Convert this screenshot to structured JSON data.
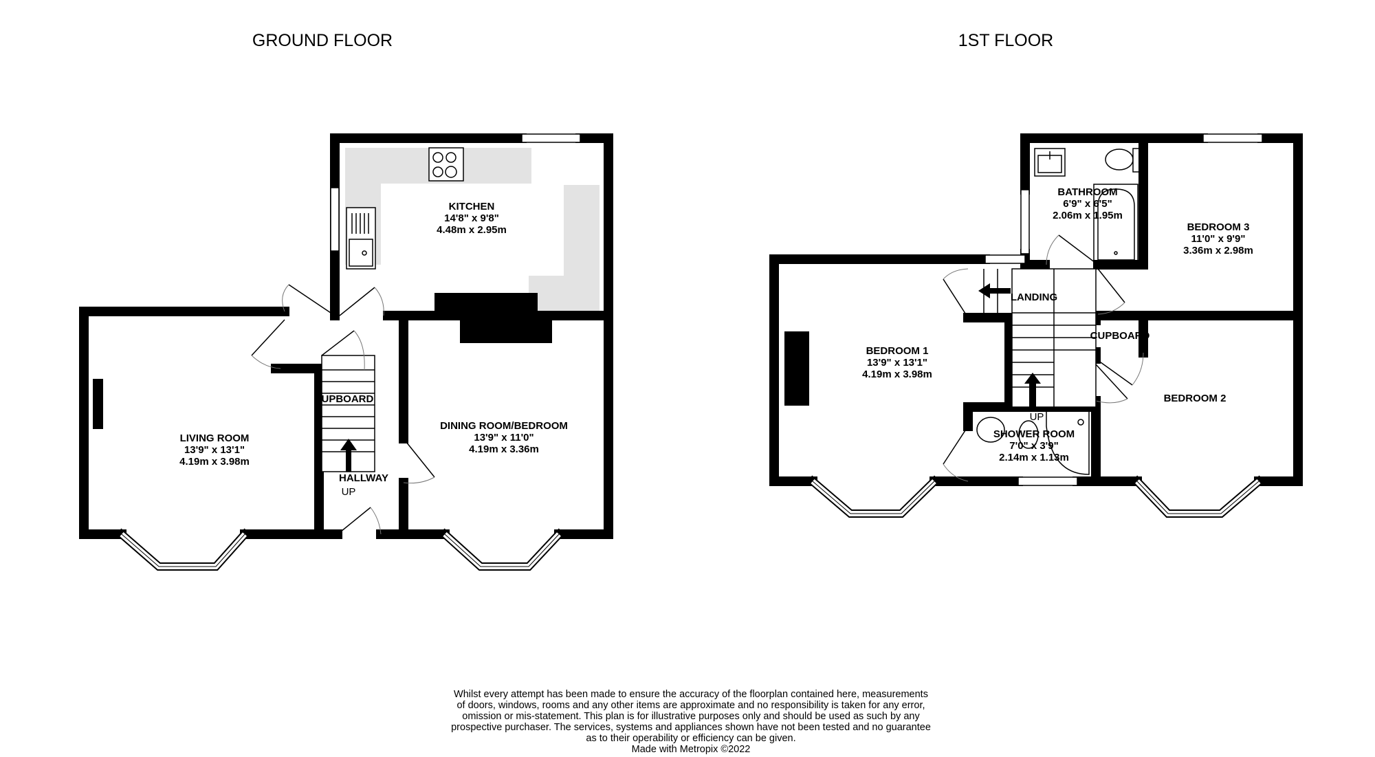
{
  "ground_floor": {
    "title": "GROUND FLOOR",
    "rooms": {
      "kitchen": {
        "name": "KITCHEN",
        "imperial": "14'8\"  x 9'8\"",
        "metric": "4.48m  x 2.95m"
      },
      "living_room": {
        "name": "LIVING ROOM",
        "imperial": "13'9\"  x 13'1\"",
        "metric": "4.19m  x 3.98m"
      },
      "dining_room": {
        "name": "DINING ROOM/BEDROOM",
        "imperial": "13'9\"  x 11'0\"",
        "metric": "4.19m  x 3.36m"
      },
      "cupboard": {
        "name": "CUPBOARD"
      },
      "hallway": {
        "name": "HALLWAY"
      },
      "stairs_up": "UP"
    }
  },
  "first_floor": {
    "title": "1ST FLOOR",
    "rooms": {
      "bathroom": {
        "name": "BATHROOM",
        "imperial": "6'9\"  x 6'5\"",
        "metric": "2.06m  x 1.95m"
      },
      "bedroom3": {
        "name": "BEDROOM 3",
        "imperial": "11'0\"  x 9'9\"",
        "metric": "3.36m  x 2.98m"
      },
      "bedroom1": {
        "name": "BEDROOM 1",
        "imperial": "13'9\"  x 13'1\"",
        "metric": "4.19m  x 3.98m"
      },
      "bedroom2": {
        "name": "BEDROOM 2"
      },
      "landing": {
        "name": "LANDING"
      },
      "cupboard": {
        "name": "CUPBOARD"
      },
      "shower_room": {
        "name": "SHOWER ROOM",
        "imperial": "7'0\"  x 3'9\"",
        "metric": "2.14m  x 1.13m"
      },
      "stairs_up": "UP"
    }
  },
  "disclaimer": {
    "lines": [
      "Whilst every attempt has been made to ensure the accuracy of the floorplan contained here, measurements",
      "of doors, windows, rooms and any other items are approximate and no responsibility is taken for any error,",
      "omission or mis-statement. This plan is for illustrative purposes only and should be used as such by any",
      "prospective purchaser. The services, systems and appliances shown have not been tested and no guarantee",
      "as to their operability or efficiency can be given."
    ],
    "credit": "Made with Metropix ©2022"
  },
  "colors": {
    "wall": "#000000",
    "counter": "#e3e3e3",
    "background": "#ffffff"
  }
}
